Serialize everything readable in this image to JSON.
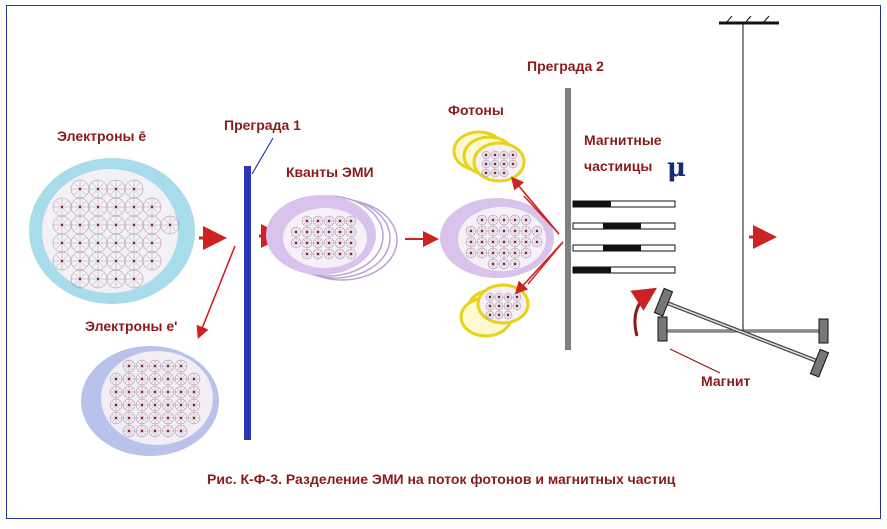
{
  "labels": {
    "electrons": "Электроны ē",
    "electrons_prime": "Электроны e'",
    "barrier1": "Преграда 1",
    "barrier2": "Преграда 2",
    "emi_quanta": "Кванты ЭМИ",
    "photons": "Фотоны",
    "magnetic_particles_line1": "Магнитные",
    "magnetic_particles_line2": "частиицы",
    "mu": "μ",
    "magnet": "Магнит"
  },
  "caption": "Рис. К-Ф-3. Разделение ЭМИ на поток фотонов и магнитных частиц",
  "colors": {
    "label": "#8b1a1a",
    "arrow": "#cc2222",
    "barrier1": "#2b35b8",
    "barrier2": "#808080",
    "electron_cloud": "#a9dcea",
    "electron_prime_cloud": "#b9c2ea",
    "emi_quanta": "#d9c3ec",
    "photons_outline": "#e8d21a"
  }
}
